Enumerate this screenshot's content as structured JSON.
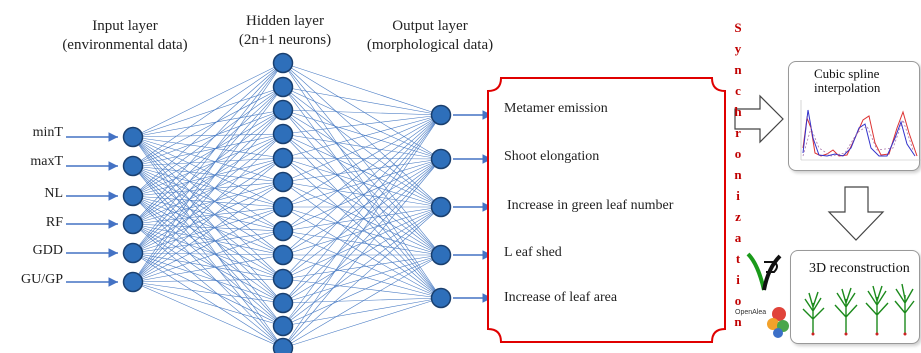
{
  "layers": {
    "input_title": "Input layer",
    "input_sub": "(environmental data)",
    "hidden_title": "Hidden layer",
    "hidden_sub": "(2n+1 neurons)",
    "output_title": "Output layer",
    "output_sub": "(morphological data)"
  },
  "inputs": [
    "minT",
    "maxT",
    "NL",
    "RF",
    "GDD",
    "GU/GP"
  ],
  "outputs": [
    "Metamer emission",
    "Shoot elongation",
    "Increase in green leaf number",
    "L eaf shed",
    "Increase of leaf area"
  ],
  "sync_letters": [
    "S",
    "y",
    "n",
    "c",
    "h",
    "r",
    "o",
    "n",
    "i",
    "z",
    "a",
    "t",
    "i",
    "o",
    "n"
  ],
  "spline_box": {
    "title_line1": "Cubic spline",
    "title_line2": "interpolation"
  },
  "recon_box": {
    "title": "3D reconstruction"
  },
  "logo_text": "OpenAlea",
  "colors": {
    "node_fill": "#2e6fba",
    "node_stroke": "#1a3f6e",
    "edge": "#4a7cc4",
    "arrow": "#4472c4",
    "frame": "#e00000",
    "sync": "#c00000"
  }
}
